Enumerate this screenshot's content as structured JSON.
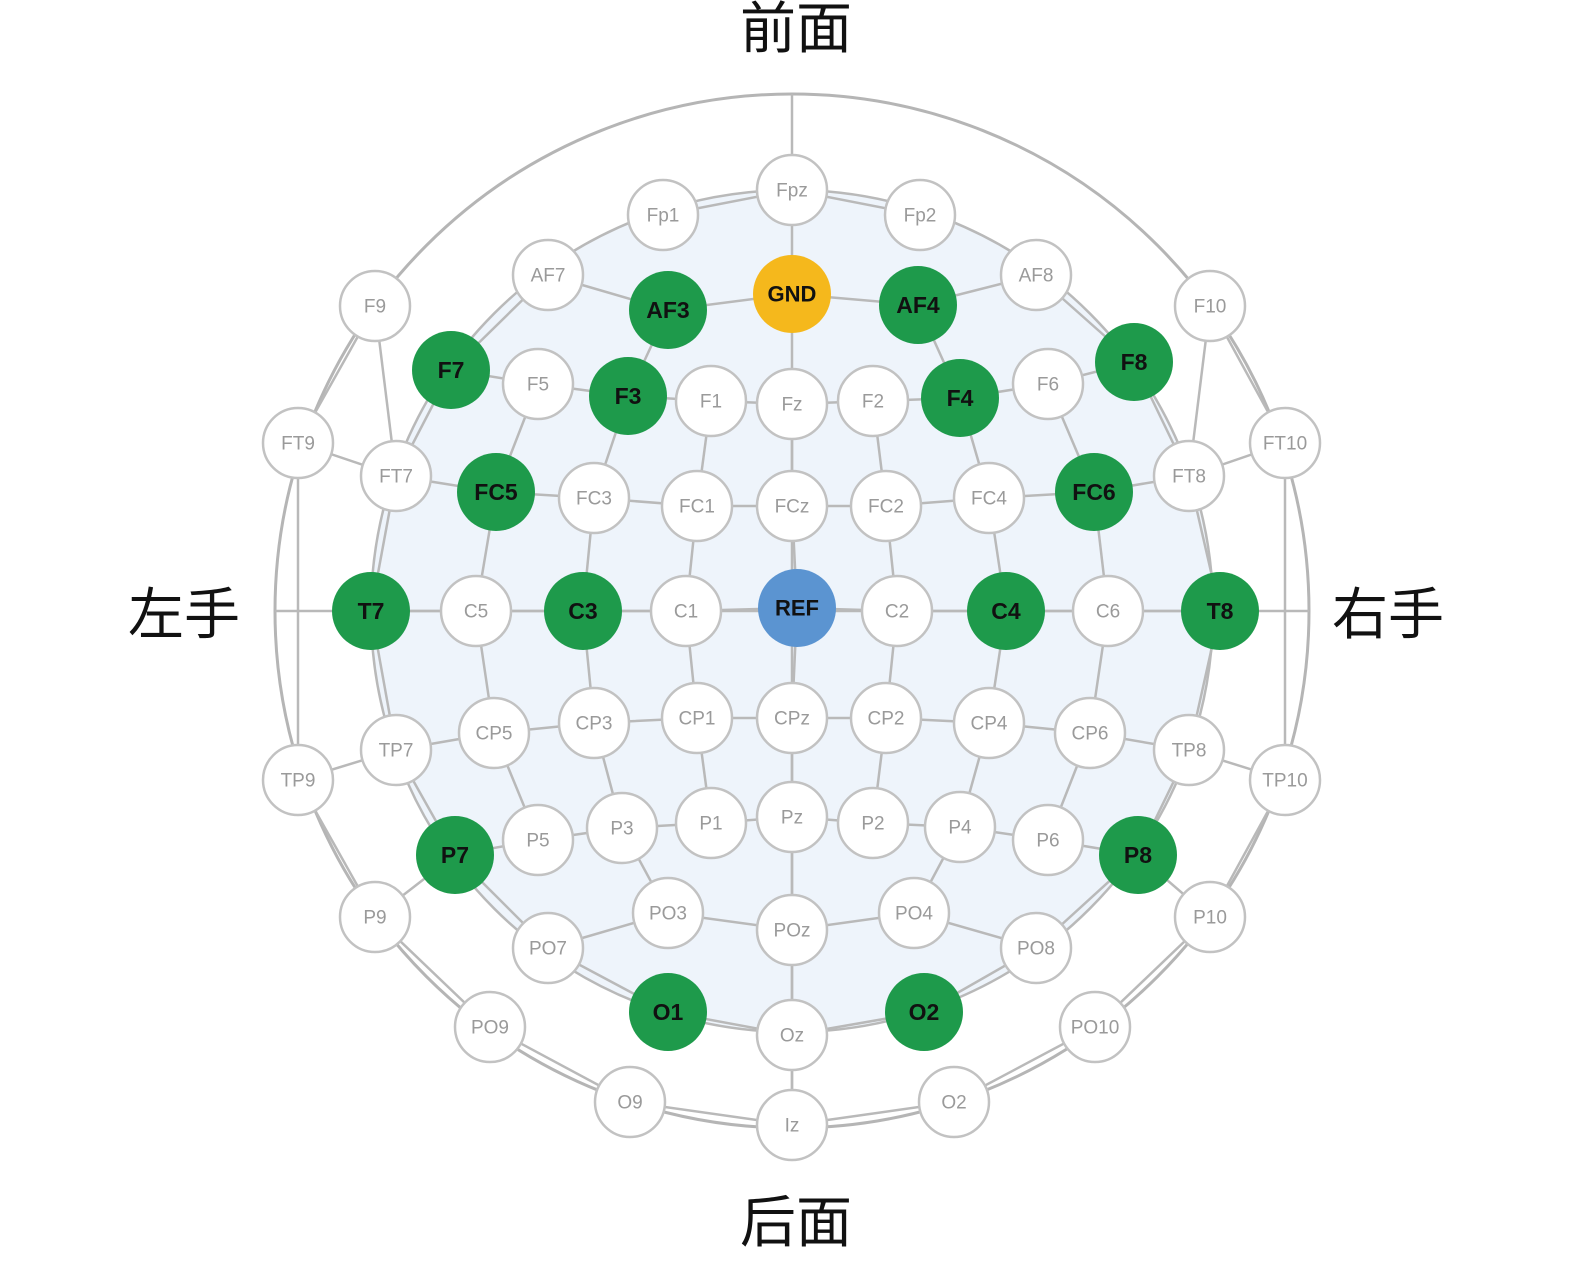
{
  "labels": {
    "front": "前面",
    "back": "后面",
    "left": "左手",
    "right": "右手"
  },
  "colors": {
    "active": "#1e9a4b",
    "ground": "#f5b81c",
    "reference": "#5b94d1",
    "inactive_fill": "#ffffff",
    "inactive_stroke": "#c2c2c2",
    "inactive_text": "#9a9a9a",
    "scalp_fill": "#eef4fb",
    "line": "#b9b9b9"
  },
  "electrodes": [
    {
      "name": "Fpz",
      "state": "inactive"
    },
    {
      "name": "Fp1",
      "state": "inactive"
    },
    {
      "name": "Fp2",
      "state": "inactive"
    },
    {
      "name": "AF7",
      "state": "inactive"
    },
    {
      "name": "AF3",
      "state": "active"
    },
    {
      "name": "GND",
      "state": "ground"
    },
    {
      "name": "AF4",
      "state": "active"
    },
    {
      "name": "AF8",
      "state": "inactive"
    },
    {
      "name": "F9",
      "state": "inactive"
    },
    {
      "name": "F7",
      "state": "active"
    },
    {
      "name": "F5",
      "state": "inactive"
    },
    {
      "name": "F3",
      "state": "active"
    },
    {
      "name": "F1",
      "state": "inactive"
    },
    {
      "name": "Fz",
      "state": "inactive"
    },
    {
      "name": "F2",
      "state": "inactive"
    },
    {
      "name": "F4",
      "state": "active"
    },
    {
      "name": "F6",
      "state": "inactive"
    },
    {
      "name": "F8",
      "state": "active"
    },
    {
      "name": "F10",
      "state": "inactive"
    },
    {
      "name": "FT9",
      "state": "inactive"
    },
    {
      "name": "FT7",
      "state": "inactive"
    },
    {
      "name": "FC5",
      "state": "active"
    },
    {
      "name": "FC3",
      "state": "inactive"
    },
    {
      "name": "FC1",
      "state": "inactive"
    },
    {
      "name": "FCz",
      "state": "inactive"
    },
    {
      "name": "FC2",
      "state": "inactive"
    },
    {
      "name": "FC4",
      "state": "inactive"
    },
    {
      "name": "FC6",
      "state": "active"
    },
    {
      "name": "FT8",
      "state": "inactive"
    },
    {
      "name": "FT10",
      "state": "inactive"
    },
    {
      "name": "T7",
      "state": "active"
    },
    {
      "name": "C5",
      "state": "inactive"
    },
    {
      "name": "C3",
      "state": "active"
    },
    {
      "name": "C1",
      "state": "inactive"
    },
    {
      "name": "REF",
      "state": "reference"
    },
    {
      "name": "C2",
      "state": "inactive"
    },
    {
      "name": "C4",
      "state": "active"
    },
    {
      "name": "C6",
      "state": "inactive"
    },
    {
      "name": "T8",
      "state": "active"
    },
    {
      "name": "TP9",
      "state": "inactive"
    },
    {
      "name": "TP7",
      "state": "inactive"
    },
    {
      "name": "CP5",
      "state": "inactive"
    },
    {
      "name": "CP3",
      "state": "inactive"
    },
    {
      "name": "CP1",
      "state": "inactive"
    },
    {
      "name": "CPz",
      "state": "inactive"
    },
    {
      "name": "CP2",
      "state": "inactive"
    },
    {
      "name": "CP4",
      "state": "inactive"
    },
    {
      "name": "CP6",
      "state": "inactive"
    },
    {
      "name": "TP8",
      "state": "inactive"
    },
    {
      "name": "TP10",
      "state": "inactive"
    },
    {
      "name": "P7",
      "state": "active"
    },
    {
      "name": "P5",
      "state": "inactive"
    },
    {
      "name": "P3",
      "state": "inactive"
    },
    {
      "name": "P1",
      "state": "inactive"
    },
    {
      "name": "Pz",
      "state": "inactive"
    },
    {
      "name": "P2",
      "state": "inactive"
    },
    {
      "name": "P4",
      "state": "inactive"
    },
    {
      "name": "P6",
      "state": "inactive"
    },
    {
      "name": "P8",
      "state": "active"
    },
    {
      "name": "P9",
      "state": "inactive"
    },
    {
      "name": "P10",
      "state": "inactive"
    },
    {
      "name": "PO7",
      "state": "inactive"
    },
    {
      "name": "PO3",
      "state": "inactive"
    },
    {
      "name": "POz",
      "state": "inactive"
    },
    {
      "name": "PO4",
      "state": "inactive"
    },
    {
      "name": "PO8",
      "state": "inactive"
    },
    {
      "name": "PO9",
      "state": "inactive"
    },
    {
      "name": "PO10",
      "state": "inactive"
    },
    {
      "name": "O1",
      "state": "active"
    },
    {
      "name": "Oz",
      "state": "inactive"
    },
    {
      "name": "O2",
      "state": "active"
    },
    {
      "name": "O9",
      "state": "inactive"
    },
    {
      "name": "Iz",
      "state": "inactive"
    },
    {
      "name": "O2",
      "state": "inactive"
    }
  ]
}
